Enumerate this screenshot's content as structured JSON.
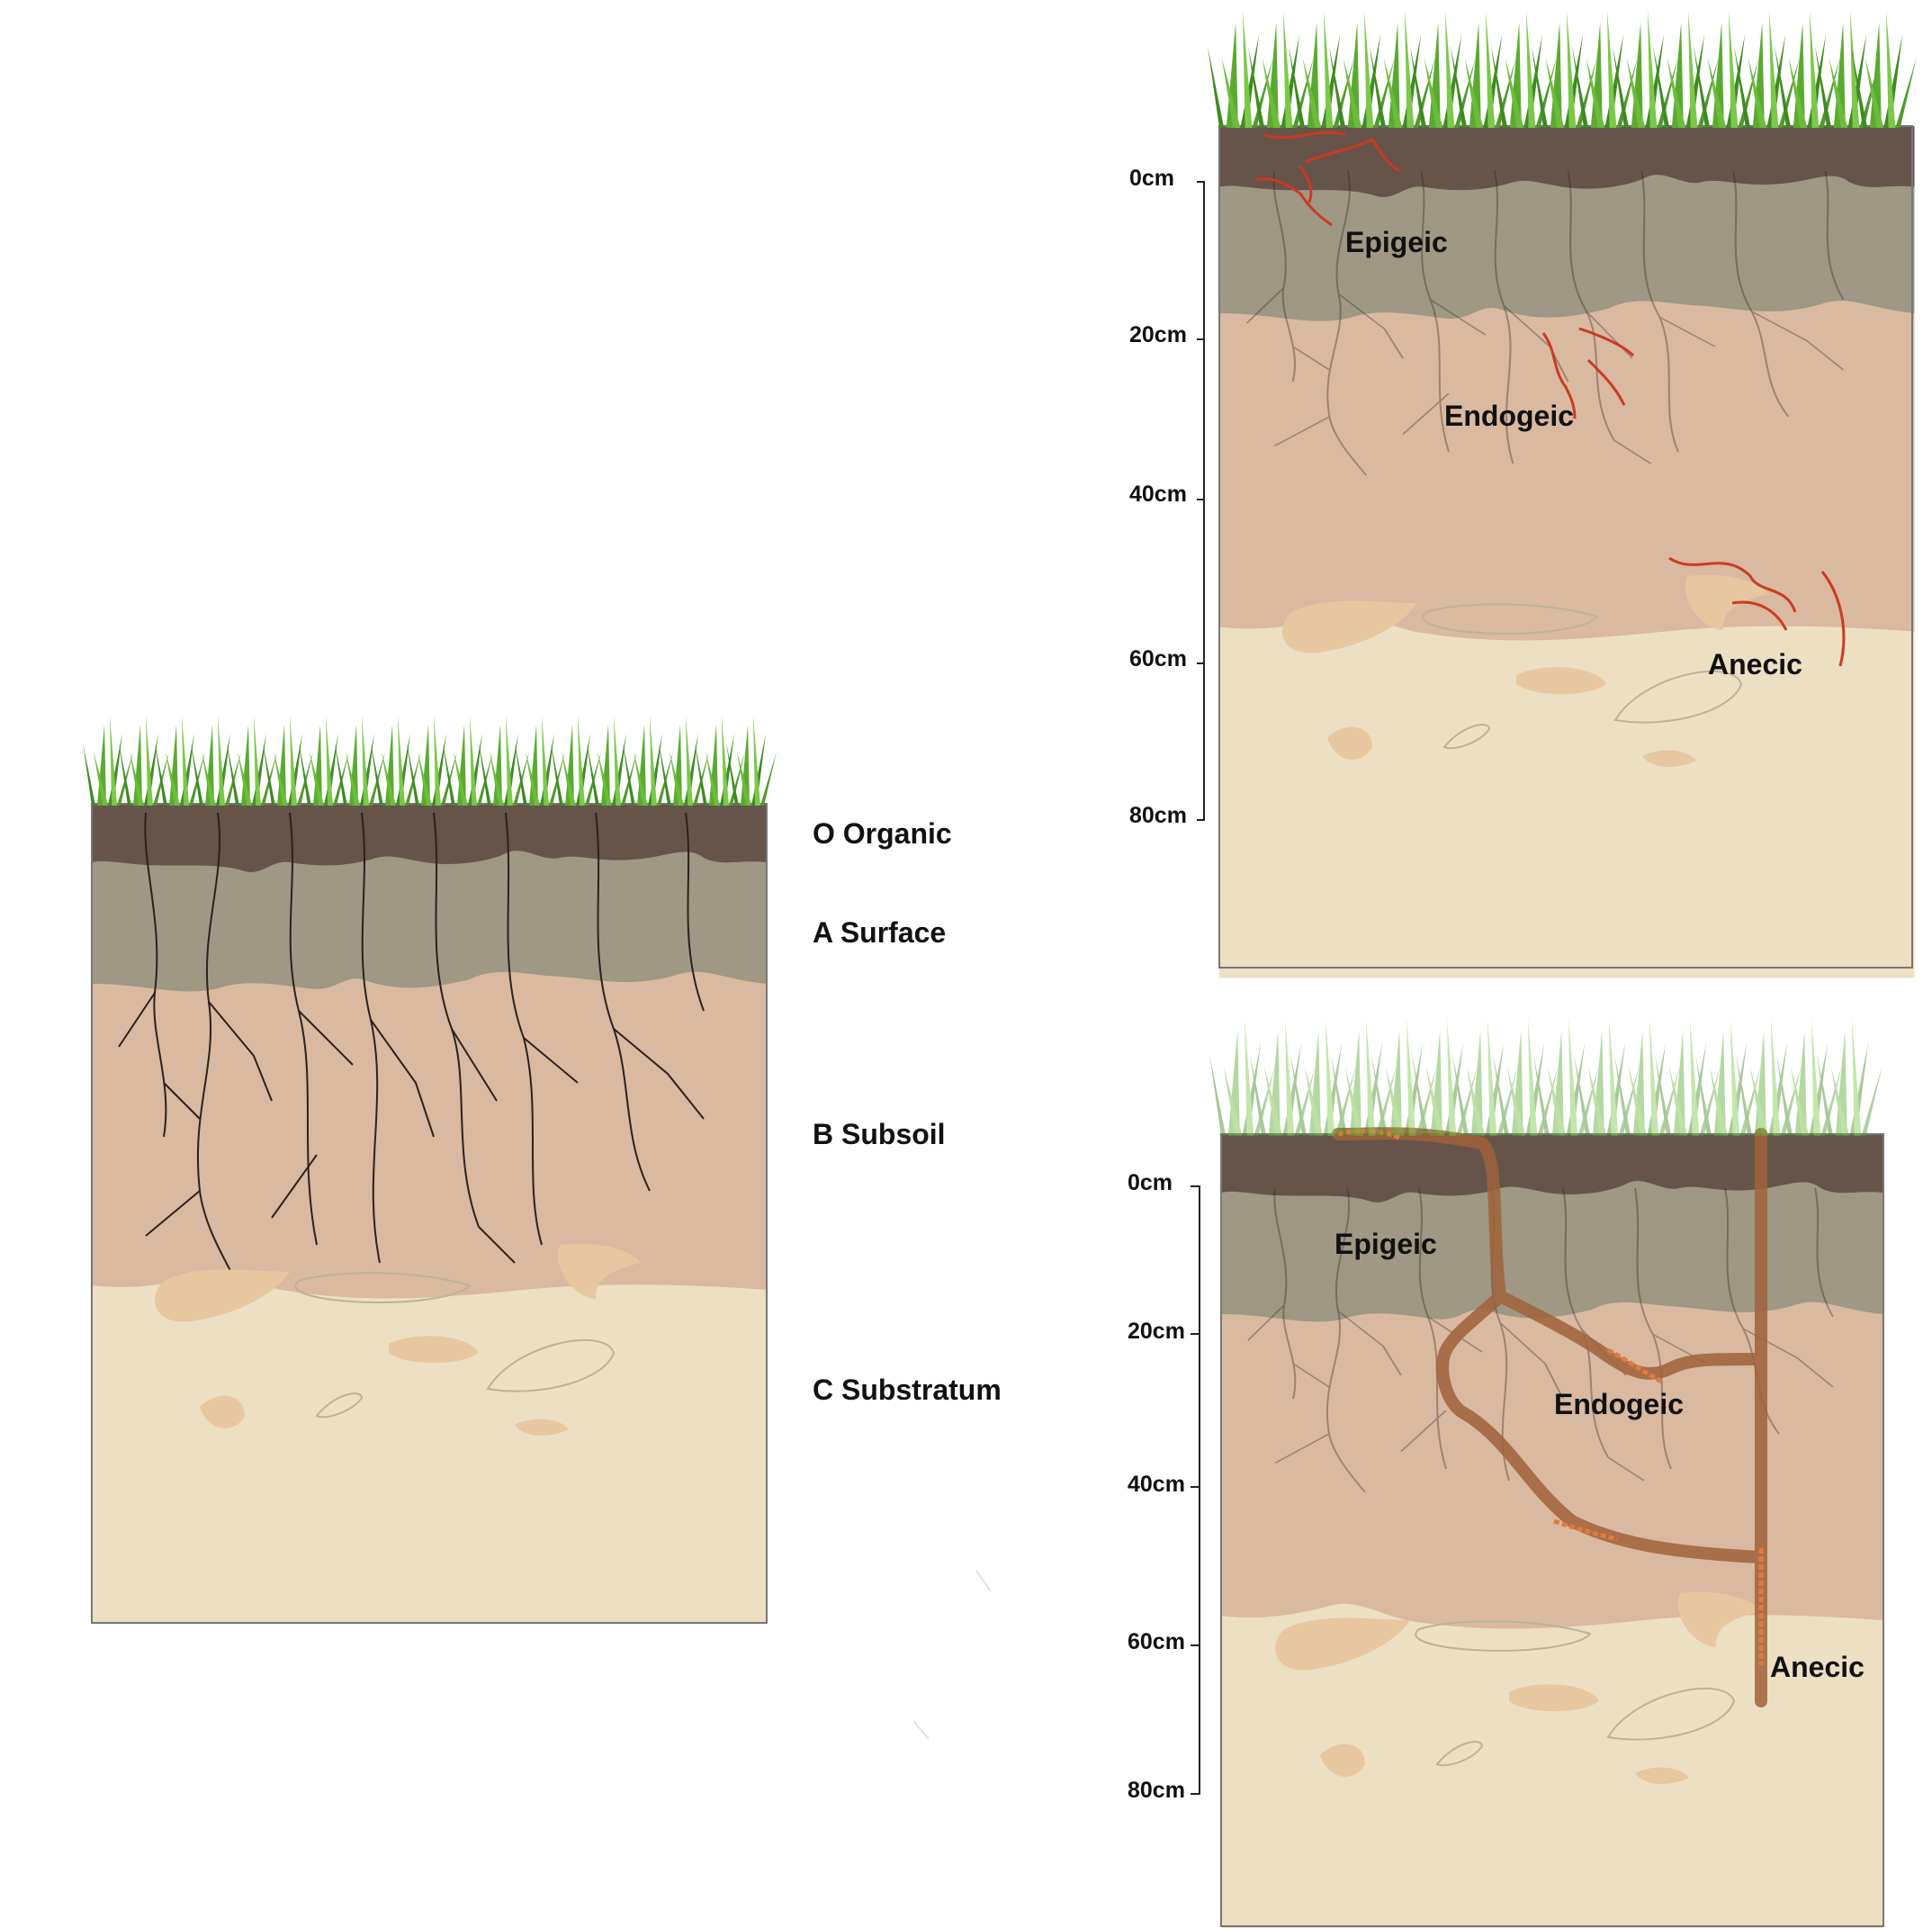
{
  "horizons": [
    "O Organic",
    "A Surface",
    "B Subsoil",
    "C Substratum"
  ],
  "depth_ticks": [
    "0cm",
    "20cm",
    "40cm",
    "60cm",
    "80cm"
  ],
  "earthworm_groups": [
    "Epigeic",
    "Endogeic",
    "Anecic"
  ],
  "colors": {
    "organic": "#66544a",
    "surface": "#9e9885",
    "subsoil": "#d9b9a0",
    "substratum": "#eddfc2",
    "worm": "#cc3a22",
    "burrow": "#a0623a",
    "grass": "#4f9a2b"
  },
  "icons": [
    "grass",
    "roots",
    "stones",
    "earthworm",
    "burrow"
  ]
}
